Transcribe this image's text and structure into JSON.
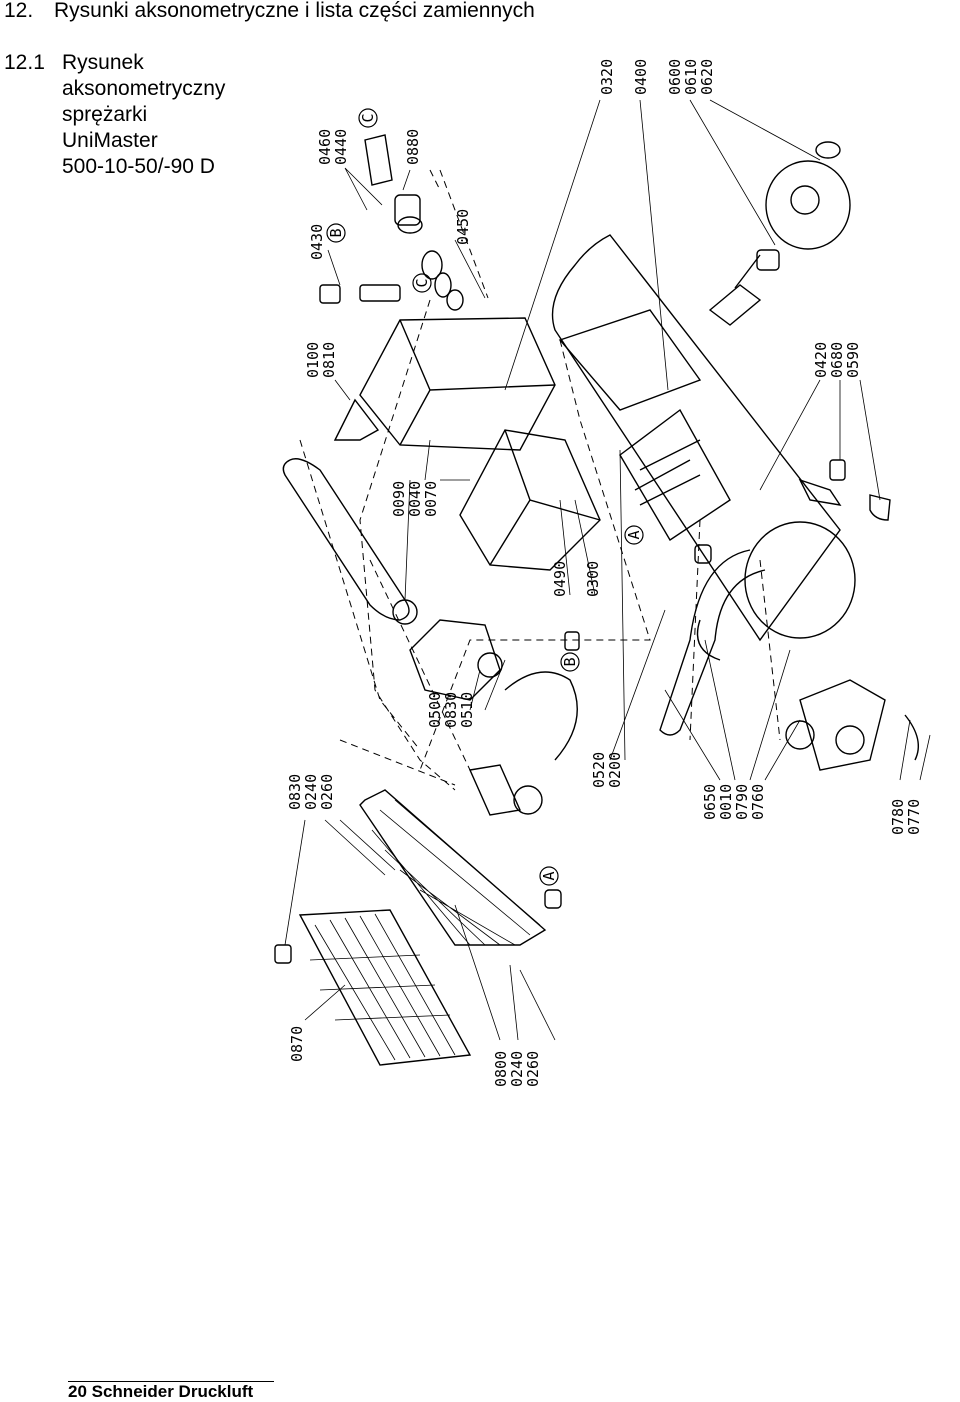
{
  "section": {
    "number": "12.",
    "title": "Rysunki aksonometryczne i lista części zamiennych"
  },
  "subsection": {
    "number": "12.1",
    "title_lines": [
      "Rysunek",
      "aksonometryczny",
      "sprężarki",
      "UniMaster",
      "500-10-50/-90 D"
    ]
  },
  "drawing": {
    "groups": [
      {
        "id": "g_0320",
        "labels": [
          "0320"
        ]
      },
      {
        "id": "g_0400",
        "labels": [
          "0400"
        ]
      },
      {
        "id": "g_0600",
        "labels": [
          "0600",
          "0610",
          "0620"
        ]
      },
      {
        "id": "g_0460",
        "labels": [
          "0460",
          "0440"
        ]
      },
      {
        "id": "g_0880",
        "labels": [
          "0880"
        ]
      },
      {
        "id": "g_0450",
        "labels": [
          "0450"
        ]
      },
      {
        "id": "g_0430",
        "labels": [
          "0430"
        ]
      },
      {
        "id": "g_0100",
        "labels": [
          "0100",
          "0810"
        ]
      },
      {
        "id": "g_0420",
        "labels": [
          "0420",
          "0680",
          "0590"
        ]
      },
      {
        "id": "g_0090",
        "labels": [
          "0090",
          "0040",
          "0070"
        ]
      },
      {
        "id": "g_0490",
        "labels": [
          "0490"
        ]
      },
      {
        "id": "g_0300",
        "labels": [
          "0300"
        ]
      },
      {
        "id": "g_0500",
        "labels": [
          "0500",
          "0830",
          "0510"
        ]
      },
      {
        "id": "g_0520",
        "labels": [
          "0520",
          "0200"
        ]
      },
      {
        "id": "g_0650",
        "labels": [
          "0650",
          "0010",
          "0790",
          "0760"
        ]
      },
      {
        "id": "g_0780",
        "labels": [
          "0780",
          "0770"
        ]
      },
      {
        "id": "g_0830b",
        "labels": [
          "0830",
          "0240",
          "0260"
        ]
      },
      {
        "id": "g_0870",
        "labels": [
          "0870"
        ]
      },
      {
        "id": "g_0800",
        "labels": [
          "0800",
          "0240",
          "0260"
        ]
      }
    ],
    "markers": [
      {
        "id": "m_C1",
        "letter": "C"
      },
      {
        "id": "m_B1",
        "letter": "B"
      },
      {
        "id": "m_C2",
        "letter": "C"
      },
      {
        "id": "m_A1",
        "letter": "A"
      },
      {
        "id": "m_B2",
        "letter": "B"
      },
      {
        "id": "m_A2",
        "letter": "A"
      }
    ]
  },
  "footer": {
    "text": "20 Schneider Druckluft"
  }
}
